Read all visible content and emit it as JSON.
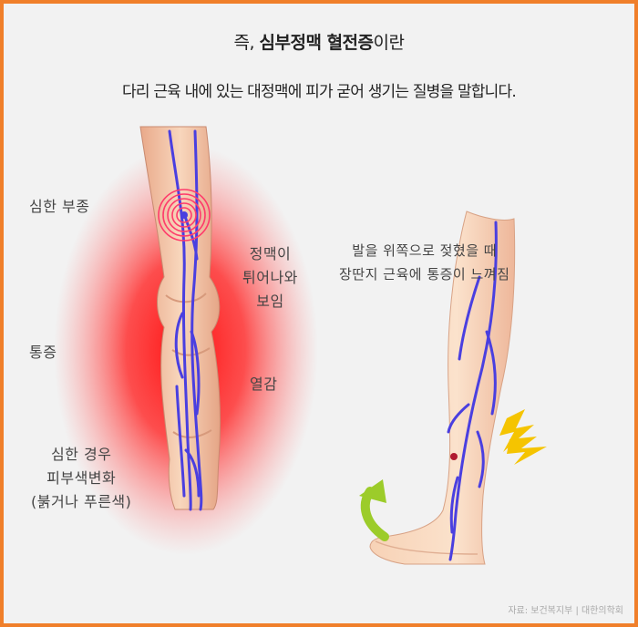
{
  "heading": {
    "prefix": "즉, ",
    "emphasis": "심부정맥 혈전증",
    "suffix": "이란"
  },
  "subtitle": "다리 근육 내에 있는 대정맥에 피가 굳어 생기는 질병을 말합니다.",
  "labels": {
    "severe_swelling": "심한 부종",
    "pain": "통증",
    "skin_change": [
      "심한 경우",
      "피부색변화",
      "(붉거나 푸른색)"
    ],
    "vein_visible": [
      "정맥이",
      "튀어나와",
      "보임"
    ],
    "heat": "열감",
    "calf_pain": [
      "발을 위쪽으로 젖혔을 때",
      "장딴지 근육에 통증이 느껴짐"
    ]
  },
  "credit": "자료: 보건복지부 | 대한의학회",
  "colors": {
    "frame": "#f07f2a",
    "background": "#f2f2f2",
    "vein": "#4a3fe0",
    "inflammation": "#ff2020",
    "skin": "#f4c8a8",
    "arrow": "#9ccc2a",
    "lightning": "#f5c400"
  },
  "icons": [
    "target-rings-icon",
    "curved-arrow-up-icon",
    "lightning-icon"
  ]
}
